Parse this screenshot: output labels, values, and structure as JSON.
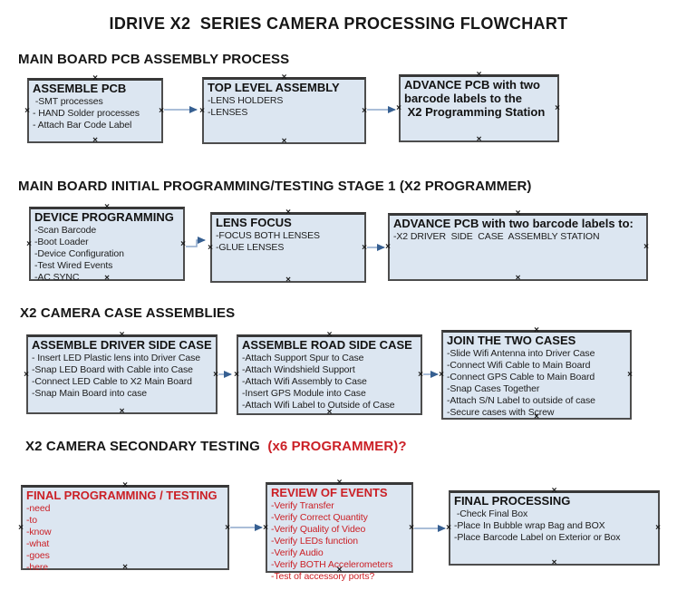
{
  "page_title": "IDRIVE X2  SERIES CAMERA PROCESSING FLOWCHART",
  "colors": {
    "box_fill": "#dce6f1",
    "box_border": "#4d4d4d",
    "arrow_line": "#8ea9cb",
    "arrow_head": "#365f91",
    "red_text": "#cb2026",
    "black_text": "#161616"
  },
  "icons": {
    "connection_point": "×"
  },
  "sections": [
    {
      "heading": "MAIN BOARD PCB ASSEMBLY PROCESS",
      "heading_red": "",
      "boxes": [
        {
          "id": "assemble-pcb",
          "title": "ASSEMBLE PCB",
          "text_color": "black",
          "items": [
            " -SMT processes",
            "- HAND Solder processes",
            "- Attach Bar Code Label"
          ]
        },
        {
          "id": "top-level-assembly",
          "title": "TOP LEVEL ASSEMBLY",
          "text_color": "black",
          "items": [
            "-LENS HOLDERS",
            "-LENSES"
          ]
        },
        {
          "id": "advance-pcb-to-programming-station",
          "title": "ADVANCE PCB with two\nbarcode labels to the\n X2 Programming Station",
          "text_color": "black",
          "items": []
        }
      ]
    },
    {
      "heading": "MAIN BOARD INITIAL PROGRAMMING/TESTING STAGE 1 (X2 PROGRAMMER)",
      "heading_red": "",
      "boxes": [
        {
          "id": "device-programming",
          "title": "DEVICE PROGRAMMING",
          "text_color": "black",
          "items": [
            "-Scan Barcode",
            "-Boot Loader",
            "-Device Configuration",
            "-Test Wired Events",
            "-AC SYNC"
          ]
        },
        {
          "id": "lens-focus",
          "title": "LENS FOCUS",
          "text_color": "black",
          "items": [
            "-FOCUS BOTH LENSES",
            "-GLUE LENSES"
          ]
        },
        {
          "id": "advance-pcb-to-case-assembly",
          "title": "ADVANCE PCB with two barcode labels to:",
          "text_color": "black",
          "items": [
            "-X2 DRIVER  SIDE  CASE  ASSEMBLY STATION"
          ]
        }
      ]
    },
    {
      "heading": "X2 CAMERA CASE ASSEMBLIES",
      "heading_red": "",
      "boxes": [
        {
          "id": "assemble-driver-side-case",
          "title": "ASSEMBLE DRIVER SIDE CASE",
          "text_color": "black",
          "items": [
            "- Insert LED Plastic lens into Driver Case",
            "-Snap LED Board with Cable into Case",
            "-Connect LED Cable to X2 Main Board",
            "-Snap Main Board into case"
          ]
        },
        {
          "id": "assemble-road-side-case",
          "title": "ASSEMBLE ROAD SIDE CASE",
          "text_color": "black",
          "items": [
            "-Attach Support Spur to Case",
            "-Attach Windshield Support",
            "-Attach Wifi Assembly to Case",
            "-Insert GPS Module into Case",
            "-Attach Wifi Label to Outside of Case"
          ]
        },
        {
          "id": "join-the-two-cases",
          "title": "JOIN THE TWO CASES",
          "text_color": "black",
          "items": [
            "-Slide Wifi Antenna into Driver Case",
            "-Connect Wifi Cable to Main Board",
            "-Connect GPS Cable to Main Board",
            "-Snap Cases Together",
            "-Attach S/N Label to outside of case",
            "-Secure cases with Screw"
          ]
        }
      ]
    },
    {
      "heading": "X2 CAMERA SECONDARY TESTING  ",
      "heading_red": "(x6 PROGRAMMER)?",
      "boxes": [
        {
          "id": "final-programming-testing",
          "title": "FINAL PROGRAMMING / TESTING",
          "text_color": "red",
          "items": [
            "-need",
            "-to",
            "-know",
            "-what",
            "-goes",
            "-here"
          ]
        },
        {
          "id": "review-of-events",
          "title": "REVIEW OF EVENTS",
          "text_color": "red",
          "items": [
            "-Verify Transfer",
            "-Verify Correct Quantity",
            "-Verify Quality of Video",
            "-Verify LEDs function",
            "-Verify Audio",
            "-Verify BOTH Accelerometers",
            "-Test of accessory ports?"
          ]
        },
        {
          "id": "final-processing",
          "title": "FINAL PROCESSING",
          "text_color": "black",
          "items": [
            " -Check Final Box",
            "-Place In Bubble wrap Bag and BOX",
            "-Place Barcode Label on Exterior or Box"
          ]
        }
      ]
    }
  ]
}
